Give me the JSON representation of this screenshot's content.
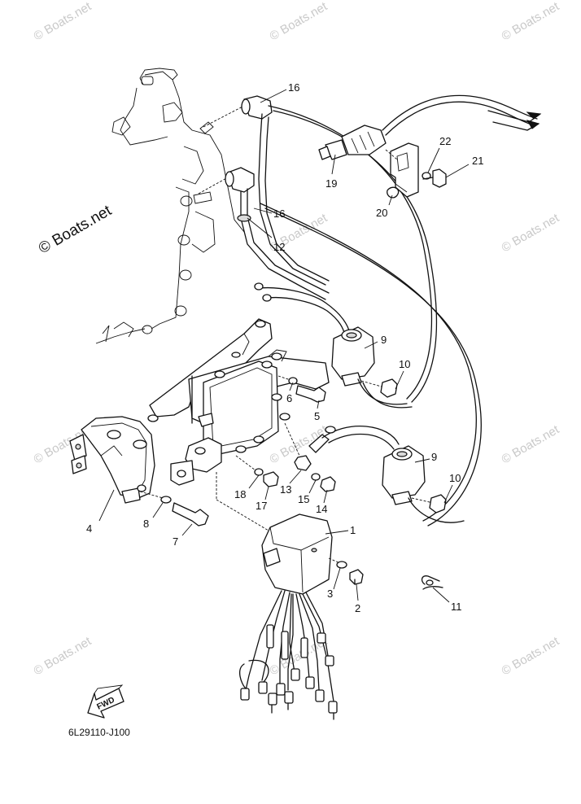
{
  "watermark": {
    "text": "© Boats.net",
    "main_text": "© Boats.net"
  },
  "callouts": [
    {
      "id": "c16a",
      "label": "16"
    },
    {
      "id": "c16b",
      "label": "16"
    },
    {
      "id": "c12",
      "label": "12"
    },
    {
      "id": "c19",
      "label": "19"
    },
    {
      "id": "c22",
      "label": "22"
    },
    {
      "id": "c21",
      "label": "21"
    },
    {
      "id": "c20",
      "label": "20"
    },
    {
      "id": "c9a",
      "label": "9"
    },
    {
      "id": "c10a",
      "label": "10"
    },
    {
      "id": "c6",
      "label": "6"
    },
    {
      "id": "c5",
      "label": "5"
    },
    {
      "id": "c9b",
      "label": "9"
    },
    {
      "id": "c10b",
      "label": "10"
    },
    {
      "id": "c18",
      "label": "18"
    },
    {
      "id": "c13",
      "label": "13"
    },
    {
      "id": "c15",
      "label": "15"
    },
    {
      "id": "c14",
      "label": "14"
    },
    {
      "id": "c17",
      "label": "17"
    },
    {
      "id": "c4",
      "label": "4"
    },
    {
      "id": "c8",
      "label": "8"
    },
    {
      "id": "c7",
      "label": "7"
    },
    {
      "id": "c1",
      "label": "1"
    },
    {
      "id": "c3",
      "label": "3"
    },
    {
      "id": "c2",
      "label": "2"
    },
    {
      "id": "c11",
      "label": "11"
    }
  ],
  "fwd_label": "FWD",
  "diagram_code": "6L29110-J100"
}
